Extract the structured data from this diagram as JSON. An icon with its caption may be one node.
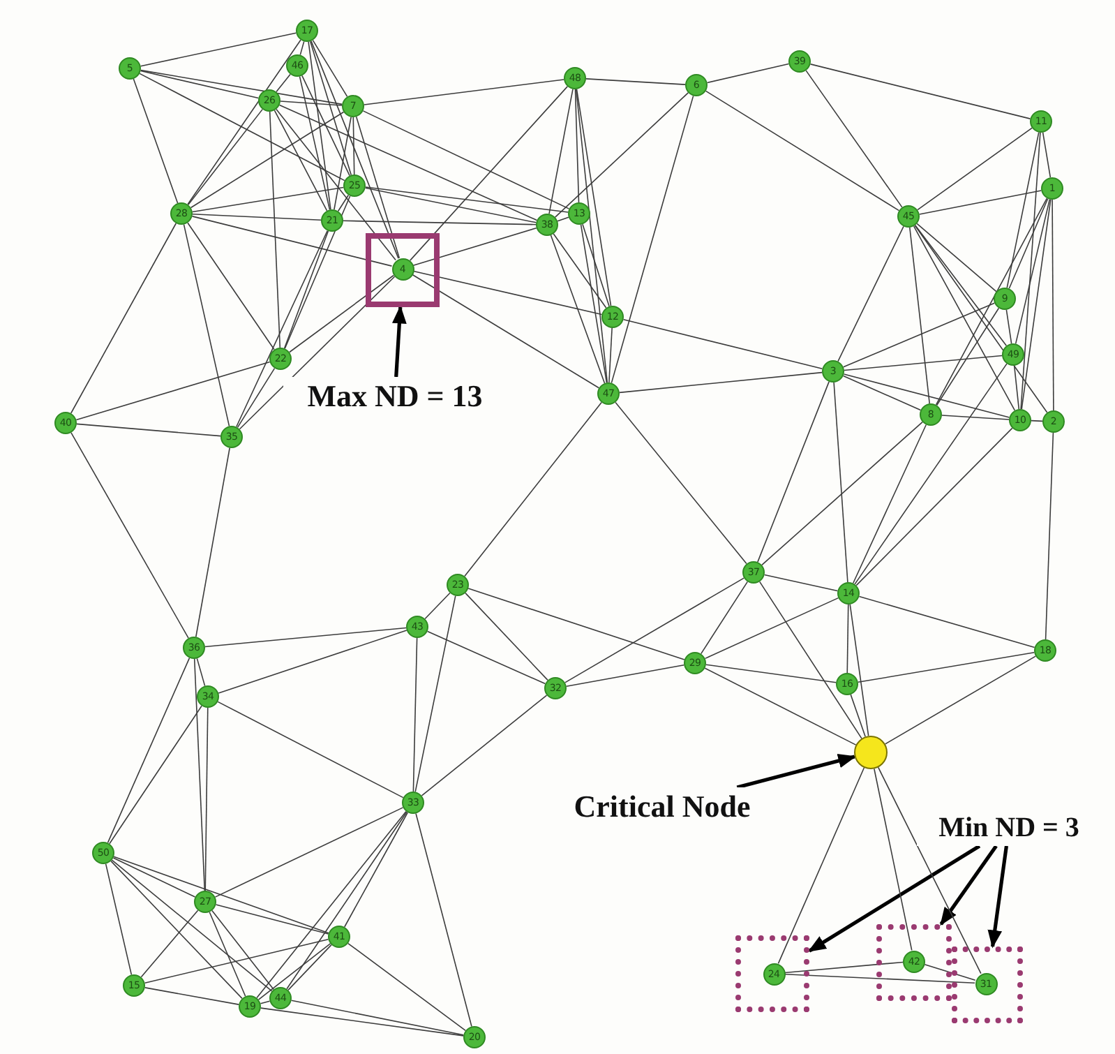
{
  "diagram": {
    "nodes": [
      {
        "text": [
          "17"
        ]
      },
      {
        "text": [
          "5"
        ]
      },
      {
        "text": [
          "46"
        ]
      },
      {
        "text": [
          "26"
        ]
      },
      {
        "text": [
          "7"
        ]
      },
      {
        "text": [
          "48"
        ]
      },
      {
        "text": [
          "6"
        ]
      },
      {
        "text": [
          "39"
        ]
      },
      {
        "text": [
          "11"
        ]
      },
      {
        "text": [
          "1"
        ]
      },
      {
        "text": [
          "45"
        ]
      },
      {
        "text": [
          "25"
        ]
      },
      {
        "text": [
          "28"
        ]
      },
      {
        "text": [
          "21"
        ]
      },
      {
        "text": [],
        "shape": "box"
      },
      {
        "text": [
          "4"
        ],
        "in": 14
      },
      {
        "text": [
          "38"
        ]
      },
      {
        "text": [
          "13"
        ]
      },
      {
        "text": [
          "12"
        ]
      },
      {
        "text": [
          "9"
        ]
      },
      {
        "text": [
          "49"
        ]
      },
      {
        "text": [
          "3"
        ]
      },
      {
        "text": [
          "8"
        ]
      },
      {
        "text": [
          "10"
        ]
      },
      {
        "text": [
          "2"
        ]
      },
      {
        "text": [
          "22"
        ]
      },
      {
        "text": [
          "40"
        ]
      },
      {
        "text": [
          "35"
        ]
      },
      {
        "text": [
          "47"
        ]
      },
      {
        "text": [
          "Max ND = 13"
        ]
      },
      {
        "text": [
          "23"
        ]
      },
      {
        "text": [
          "43"
        ]
      },
      {
        "text": [
          "37"
        ]
      },
      {
        "text": [
          "14"
        ]
      },
      {
        "text": [
          "18"
        ]
      },
      {
        "text": [
          "29"
        ]
      },
      {
        "text": [
          "16"
        ]
      },
      {
        "text": [
          "32"
        ]
      },
      {
        "text": [
          "36"
        ]
      },
      {
        "text": [
          "34"
        ]
      },
      {
        "text": [
          "33"
        ]
      },
      {
        "text": [],
        "shape": "circle"
      },
      {
        "text": [
          "Critical Node"
        ]
      },
      {
        "text": [
          "Min ND = 3"
        ]
      },
      {
        "text": [
          "50"
        ]
      },
      {
        "text": [
          "27"
        ]
      },
      {
        "text": [
          "41"
        ]
      },
      {
        "text": [],
        "shape": "box"
      },
      {
        "text": [
          "24"
        ],
        "in": 47
      },
      {
        "text": [],
        "shape": "box"
      },
      {
        "text": [
          "42"
        ],
        "in": 49
      },
      {
        "text": [],
        "shape": "box"
      },
      {
        "text": [
          "31"
        ],
        "in": 51
      },
      {
        "text": [
          "15"
        ]
      },
      {
        "text": [
          "44"
        ]
      },
      {
        "text": [
          "19"
        ]
      },
      {
        "text": [
          "20"
        ]
      }
    ],
    "edges": [
      {
        "from": 29,
        "to": 14,
        "arrow": "to",
        "style": "thick",
        "color": "#000000"
      },
      {
        "from": 42,
        "to": 41,
        "arrow": "to",
        "style": "thick",
        "color": "#000000"
      },
      {
        "from": 43,
        "to": 47,
        "arrow": "to",
        "style": "thick",
        "color": "#000000"
      },
      {
        "from": 43,
        "to": 49,
        "arrow": "to",
        "style": "thick",
        "color": "#000000"
      },
      {
        "from": 43,
        "to": 51,
        "arrow": "to",
        "style": "thick",
        "color": "#000000"
      },
      {
        "from": 1,
        "to": 0,
        "arrow": "none"
      },
      {
        "from": 1,
        "to": 3,
        "arrow": "none"
      },
      {
        "from": 1,
        "to": 4,
        "arrow": "none"
      },
      {
        "from": 1,
        "to": 12,
        "arrow": "none"
      },
      {
        "from": 1,
        "to": 11,
        "arrow": "none"
      },
      {
        "from": 0,
        "to": 2,
        "arrow": "none"
      },
      {
        "from": 0,
        "to": 4,
        "arrow": "none"
      },
      {
        "from": 0,
        "to": 13,
        "arrow": "none"
      },
      {
        "from": 0,
        "to": 11,
        "arrow": "none"
      },
      {
        "from": 0,
        "to": 12,
        "arrow": "none"
      },
      {
        "from": 0,
        "to": 15,
        "arrow": "none"
      },
      {
        "from": 2,
        "to": 3,
        "arrow": "none"
      },
      {
        "from": 2,
        "to": 13,
        "arrow": "none"
      },
      {
        "from": 2,
        "to": 11,
        "arrow": "none"
      },
      {
        "from": 3,
        "to": 4,
        "arrow": "none"
      },
      {
        "from": 3,
        "to": 25,
        "arrow": "none"
      },
      {
        "from": 3,
        "to": 13,
        "arrow": "none"
      },
      {
        "from": 3,
        "to": 15,
        "arrow": "none"
      },
      {
        "from": 3,
        "to": 16,
        "arrow": "none"
      },
      {
        "from": 3,
        "to": 12,
        "arrow": "none"
      },
      {
        "from": 4,
        "to": 5,
        "arrow": "none"
      },
      {
        "from": 4,
        "to": 11,
        "arrow": "none"
      },
      {
        "from": 4,
        "to": 13,
        "arrow": "none"
      },
      {
        "from": 4,
        "to": 12,
        "arrow": "none"
      },
      {
        "from": 4,
        "to": 17,
        "arrow": "none"
      },
      {
        "from": 4,
        "to": 15,
        "arrow": "none"
      },
      {
        "from": 11,
        "to": 12,
        "arrow": "none"
      },
      {
        "from": 11,
        "to": 16,
        "arrow": "none"
      },
      {
        "from": 11,
        "to": 17,
        "arrow": "none"
      },
      {
        "from": 11,
        "to": 13,
        "arrow": "none"
      },
      {
        "from": 11,
        "to": 25,
        "arrow": "none"
      },
      {
        "from": 12,
        "to": 13,
        "arrow": "none"
      },
      {
        "from": 12,
        "to": 15,
        "arrow": "none"
      },
      {
        "from": 12,
        "to": 25,
        "arrow": "none"
      },
      {
        "from": 12,
        "to": 27,
        "arrow": "none"
      },
      {
        "from": 12,
        "to": 26,
        "arrow": "none"
      },
      {
        "from": 13,
        "to": 27,
        "arrow": "none"
      },
      {
        "from": 13,
        "to": 25,
        "arrow": "none"
      },
      {
        "from": 13,
        "to": 16,
        "arrow": "none"
      },
      {
        "from": 15,
        "to": 16,
        "arrow": "none"
      },
      {
        "from": 15,
        "to": 18,
        "arrow": "none"
      },
      {
        "from": 15,
        "to": 28,
        "arrow": "none"
      },
      {
        "from": 15,
        "to": 25,
        "arrow": "none"
      },
      {
        "from": 15,
        "to": 27,
        "arrow": "none"
      },
      {
        "from": 15,
        "to": 5,
        "arrow": "none"
      },
      {
        "from": 25,
        "to": 26,
        "arrow": "none"
      },
      {
        "from": 25,
        "to": 27,
        "arrow": "none"
      },
      {
        "from": 26,
        "to": 27,
        "arrow": "none"
      },
      {
        "from": 26,
        "to": 38,
        "arrow": "none"
      },
      {
        "from": 27,
        "to": 38,
        "arrow": "none"
      },
      {
        "from": 5,
        "to": 6,
        "arrow": "none"
      },
      {
        "from": 5,
        "to": 16,
        "arrow": "none"
      },
      {
        "from": 5,
        "to": 17,
        "arrow": "none"
      },
      {
        "from": 5,
        "to": 18,
        "arrow": "none"
      },
      {
        "from": 5,
        "to": 28,
        "arrow": "none"
      },
      {
        "from": 6,
        "to": 7,
        "arrow": "none"
      },
      {
        "from": 6,
        "to": 10,
        "arrow": "none"
      },
      {
        "from": 6,
        "to": 16,
        "arrow": "none"
      },
      {
        "from": 6,
        "to": 28,
        "arrow": "none"
      },
      {
        "from": 7,
        "to": 10,
        "arrow": "none"
      },
      {
        "from": 7,
        "to": 8,
        "arrow": "none"
      },
      {
        "from": 8,
        "to": 10,
        "arrow": "none"
      },
      {
        "from": 8,
        "to": 9,
        "arrow": "none"
      },
      {
        "from": 8,
        "to": 19,
        "arrow": "none"
      },
      {
        "from": 8,
        "to": 23,
        "arrow": "none"
      },
      {
        "from": 9,
        "to": 10,
        "arrow": "none"
      },
      {
        "from": 9,
        "to": 19,
        "arrow": "none"
      },
      {
        "from": 9,
        "to": 20,
        "arrow": "none"
      },
      {
        "from": 9,
        "to": 22,
        "arrow": "none"
      },
      {
        "from": 9,
        "to": 23,
        "arrow": "none"
      },
      {
        "from": 9,
        "to": 24,
        "arrow": "none"
      },
      {
        "from": 10,
        "to": 19,
        "arrow": "none"
      },
      {
        "from": 10,
        "to": 21,
        "arrow": "none"
      },
      {
        "from": 10,
        "to": 22,
        "arrow": "none"
      },
      {
        "from": 10,
        "to": 23,
        "arrow": "none"
      },
      {
        "from": 10,
        "to": 24,
        "arrow": "none"
      },
      {
        "from": 10,
        "to": 20,
        "arrow": "none"
      },
      {
        "from": 16,
        "to": 17,
        "arrow": "none"
      },
      {
        "from": 16,
        "to": 28,
        "arrow": "none"
      },
      {
        "from": 16,
        "to": 18,
        "arrow": "none"
      },
      {
        "from": 17,
        "to": 18,
        "arrow": "none"
      },
      {
        "from": 17,
        "to": 28,
        "arrow": "none"
      },
      {
        "from": 18,
        "to": 28,
        "arrow": "none"
      },
      {
        "from": 18,
        "to": 21,
        "arrow": "none"
      },
      {
        "from": 28,
        "to": 21,
        "arrow": "none"
      },
      {
        "from": 28,
        "to": 30,
        "arrow": "none"
      },
      {
        "from": 28,
        "to": 32,
        "arrow": "none"
      },
      {
        "from": 21,
        "to": 19,
        "arrow": "none"
      },
      {
        "from": 21,
        "to": 20,
        "arrow": "none"
      },
      {
        "from": 21,
        "to": 22,
        "arrow": "none"
      },
      {
        "from": 21,
        "to": 23,
        "arrow": "none"
      },
      {
        "from": 21,
        "to": 32,
        "arrow": "none"
      },
      {
        "from": 21,
        "to": 33,
        "arrow": "none"
      },
      {
        "from": 19,
        "to": 20,
        "arrow": "none"
      },
      {
        "from": 19,
        "to": 22,
        "arrow": "none"
      },
      {
        "from": 20,
        "to": 23,
        "arrow": "none"
      },
      {
        "from": 20,
        "to": 33,
        "arrow": "none"
      },
      {
        "from": 22,
        "to": 23,
        "arrow": "none"
      },
      {
        "from": 22,
        "to": 32,
        "arrow": "none"
      },
      {
        "from": 22,
        "to": 33,
        "arrow": "none"
      },
      {
        "from": 23,
        "to": 24,
        "arrow": "none"
      },
      {
        "from": 24,
        "to": 34,
        "arrow": "none"
      },
      {
        "from": 23,
        "to": 33,
        "arrow": "none"
      },
      {
        "from": 32,
        "to": 33,
        "arrow": "none"
      },
      {
        "from": 32,
        "to": 35,
        "arrow": "none"
      },
      {
        "from": 32,
        "to": 37,
        "arrow": "none"
      },
      {
        "from": 32,
        "to": 41,
        "arrow": "none"
      },
      {
        "from": 33,
        "to": 36,
        "arrow": "none"
      },
      {
        "from": 33,
        "to": 34,
        "arrow": "none"
      },
      {
        "from": 33,
        "to": 35,
        "arrow": "none"
      },
      {
        "from": 33,
        "to": 41,
        "arrow": "none"
      },
      {
        "from": 36,
        "to": 35,
        "arrow": "none"
      },
      {
        "from": 36,
        "to": 34,
        "arrow": "none"
      },
      {
        "from": 35,
        "to": 30,
        "arrow": "none"
      },
      {
        "from": 35,
        "to": 41,
        "arrow": "none"
      },
      {
        "from": 35,
        "to": 37,
        "arrow": "none"
      },
      {
        "from": 34,
        "to": 41,
        "arrow": "none"
      },
      {
        "from": 36,
        "to": 41,
        "arrow": "none"
      },
      {
        "from": 30,
        "to": 31,
        "arrow": "none"
      },
      {
        "from": 30,
        "to": 37,
        "arrow": "none"
      },
      {
        "from": 30,
        "to": 40,
        "arrow": "none"
      },
      {
        "from": 31,
        "to": 38,
        "arrow": "none"
      },
      {
        "from": 31,
        "to": 39,
        "arrow": "none"
      },
      {
        "from": 31,
        "to": 40,
        "arrow": "none"
      },
      {
        "from": 31,
        "to": 37,
        "arrow": "none"
      },
      {
        "from": 38,
        "to": 39,
        "arrow": "none"
      },
      {
        "from": 38,
        "to": 45,
        "arrow": "none"
      },
      {
        "from": 38,
        "to": 44,
        "arrow": "none"
      },
      {
        "from": 39,
        "to": 44,
        "arrow": "none"
      },
      {
        "from": 39,
        "to": 45,
        "arrow": "none"
      },
      {
        "from": 39,
        "to": 40,
        "arrow": "none"
      },
      {
        "from": 40,
        "to": 45,
        "arrow": "none"
      },
      {
        "from": 40,
        "to": 46,
        "arrow": "none"
      },
      {
        "from": 40,
        "to": 54,
        "arrow": "none"
      },
      {
        "from": 40,
        "to": 55,
        "arrow": "none"
      },
      {
        "from": 40,
        "to": 56,
        "arrow": "none"
      },
      {
        "from": 40,
        "to": 37,
        "arrow": "none"
      },
      {
        "from": 44,
        "to": 45,
        "arrow": "none"
      },
      {
        "from": 44,
        "to": 53,
        "arrow": "none"
      },
      {
        "from": 44,
        "to": 46,
        "arrow": "none"
      },
      {
        "from": 44,
        "to": 55,
        "arrow": "none"
      },
      {
        "from": 44,
        "to": 54,
        "arrow": "none"
      },
      {
        "from": 45,
        "to": 46,
        "arrow": "none"
      },
      {
        "from": 45,
        "to": 53,
        "arrow": "none"
      },
      {
        "from": 45,
        "to": 55,
        "arrow": "none"
      },
      {
        "from": 45,
        "to": 54,
        "arrow": "none"
      },
      {
        "from": 46,
        "to": 53,
        "arrow": "none"
      },
      {
        "from": 46,
        "to": 54,
        "arrow": "none"
      },
      {
        "from": 46,
        "to": 56,
        "arrow": "none"
      },
      {
        "from": 46,
        "to": 55,
        "arrow": "none"
      },
      {
        "from": 53,
        "to": 55,
        "arrow": "none"
      },
      {
        "from": 55,
        "to": 54,
        "arrow": "none"
      },
      {
        "from": 55,
        "to": 56,
        "arrow": "none"
      },
      {
        "from": 54,
        "to": 56,
        "arrow": "none"
      },
      {
        "from": 41,
        "to": 48,
        "arrow": "none"
      },
      {
        "from": 41,
        "to": 50,
        "arrow": "none"
      },
      {
        "from": 41,
        "to": 52,
        "arrow": "none"
      },
      {
        "from": 48,
        "to": 50,
        "arrow": "none"
      },
      {
        "from": 48,
        "to": 52,
        "arrow": "none"
      },
      {
        "from": 50,
        "to": 52,
        "arrow": "none"
      }
    ]
  }
}
